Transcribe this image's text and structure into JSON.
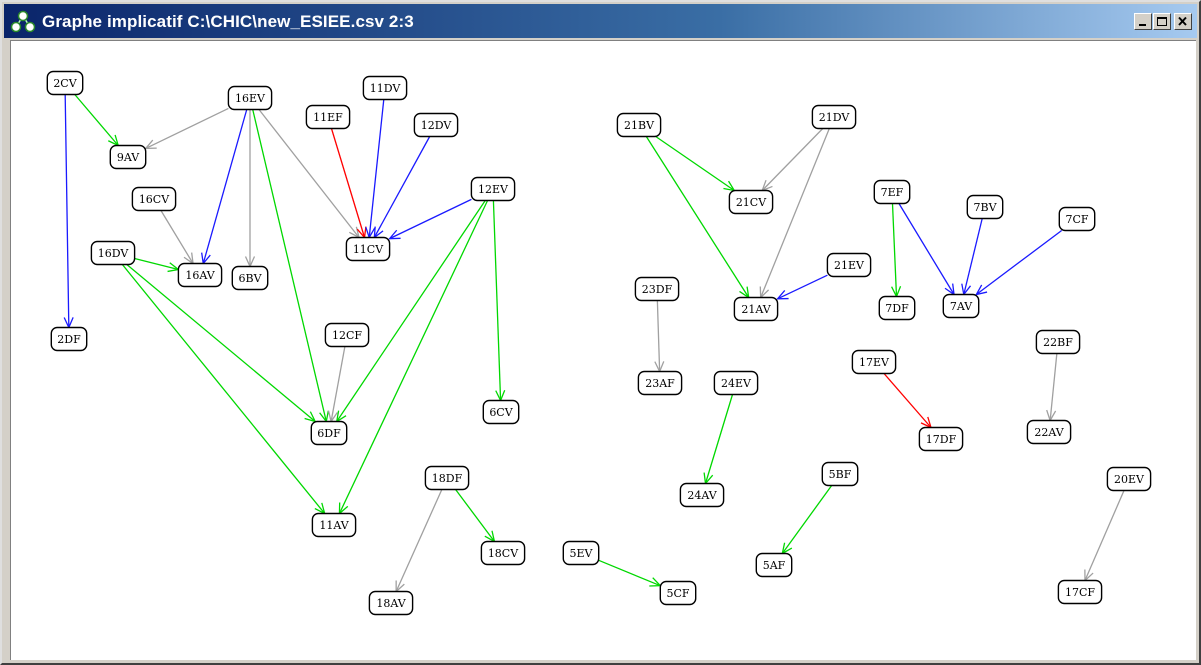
{
  "window": {
    "title": "Graphe implicatif C:\\CHIC\\new_ESIEE.csv 2:3",
    "icon": "graph-nodes-icon"
  },
  "colors": {
    "green": "#00d800",
    "gray": "#a0a0a0",
    "blue": "#1a1aff",
    "red": "#ff0000"
  },
  "graph": {
    "nodes": [
      {
        "id": "2CV",
        "label": "2CV"
      },
      {
        "id": "9AV",
        "label": "9AV"
      },
      {
        "id": "2DF",
        "label": "2DF"
      },
      {
        "id": "16EV",
        "label": "16EV"
      },
      {
        "id": "16CV",
        "label": "16CV"
      },
      {
        "id": "16AV",
        "label": "16AV"
      },
      {
        "id": "6BV",
        "label": "6BV"
      },
      {
        "id": "16DV",
        "label": "16DV"
      },
      {
        "id": "11EF",
        "label": "11EF"
      },
      {
        "id": "11DV",
        "label": "11DV"
      },
      {
        "id": "12DV",
        "label": "12DV"
      },
      {
        "id": "11CV",
        "label": "11CV"
      },
      {
        "id": "12EV",
        "label": "12EV"
      },
      {
        "id": "12CF",
        "label": "12CF"
      },
      {
        "id": "6DF",
        "label": "6DF"
      },
      {
        "id": "6CV",
        "label": "6CV"
      },
      {
        "id": "11AV",
        "label": "11AV"
      },
      {
        "id": "18DF",
        "label": "18DF"
      },
      {
        "id": "18CV",
        "label": "18CV"
      },
      {
        "id": "18AV",
        "label": "18AV"
      },
      {
        "id": "21BV",
        "label": "21BV"
      },
      {
        "id": "21DV",
        "label": "21DV"
      },
      {
        "id": "21CV",
        "label": "21CV"
      },
      {
        "id": "21AV",
        "label": "21AV"
      },
      {
        "id": "21EV",
        "label": "21EV"
      },
      {
        "id": "23DF",
        "label": "23DF"
      },
      {
        "id": "23AF",
        "label": "23AF"
      },
      {
        "id": "24EV",
        "label": "24EV"
      },
      {
        "id": "24AV",
        "label": "24AV"
      },
      {
        "id": "5EV",
        "label": "5EV"
      },
      {
        "id": "5CF",
        "label": "5CF"
      },
      {
        "id": "5BF",
        "label": "5BF"
      },
      {
        "id": "5AF",
        "label": "5AF"
      },
      {
        "id": "7EF",
        "label": "7EF"
      },
      {
        "id": "7DF",
        "label": "7DF"
      },
      {
        "id": "7BV",
        "label": "7BV"
      },
      {
        "id": "7AV",
        "label": "7AV"
      },
      {
        "id": "7CF",
        "label": "7CF"
      },
      {
        "id": "17EV",
        "label": "17EV"
      },
      {
        "id": "17DF",
        "label": "17DF"
      },
      {
        "id": "22BF",
        "label": "22BF"
      },
      {
        "id": "22AV",
        "label": "22AV"
      },
      {
        "id": "20EV",
        "label": "20EV"
      },
      {
        "id": "17CF",
        "label": "17CF"
      }
    ],
    "edges": [
      {
        "from": "2CV",
        "to": "9AV",
        "color": "green"
      },
      {
        "from": "2CV",
        "to": "2DF",
        "color": "blue"
      },
      {
        "from": "16EV",
        "to": "9AV",
        "color": "gray"
      },
      {
        "from": "16EV",
        "to": "16AV",
        "color": "blue"
      },
      {
        "from": "16EV",
        "to": "6BV",
        "color": "gray"
      },
      {
        "from": "16EV",
        "to": "11CV",
        "color": "gray"
      },
      {
        "from": "16EV",
        "to": "6DF",
        "color": "green"
      },
      {
        "from": "16CV",
        "to": "16AV",
        "color": "gray"
      },
      {
        "from": "16DV",
        "to": "16AV",
        "color": "green"
      },
      {
        "from": "16DV",
        "to": "6DF",
        "color": "green"
      },
      {
        "from": "16DV",
        "to": "11AV",
        "color": "green"
      },
      {
        "from": "11EF",
        "to": "11CV",
        "color": "red"
      },
      {
        "from": "11DV",
        "to": "11CV",
        "color": "blue"
      },
      {
        "from": "12DV",
        "to": "11CV",
        "color": "blue"
      },
      {
        "from": "12EV",
        "to": "11CV",
        "color": "blue"
      },
      {
        "from": "12EV",
        "to": "6DF",
        "color": "green"
      },
      {
        "from": "12EV",
        "to": "11AV",
        "color": "green"
      },
      {
        "from": "12EV",
        "to": "6CV",
        "color": "green"
      },
      {
        "from": "12CF",
        "to": "6DF",
        "color": "gray"
      },
      {
        "from": "18DF",
        "to": "18CV",
        "color": "green"
      },
      {
        "from": "18DF",
        "to": "18AV",
        "color": "gray"
      },
      {
        "from": "21BV",
        "to": "21CV",
        "color": "green"
      },
      {
        "from": "21BV",
        "to": "21AV",
        "color": "green"
      },
      {
        "from": "21DV",
        "to": "21CV",
        "color": "gray"
      },
      {
        "from": "21DV",
        "to": "21AV",
        "color": "gray"
      },
      {
        "from": "21EV",
        "to": "21AV",
        "color": "blue"
      },
      {
        "from": "23DF",
        "to": "23AF",
        "color": "gray"
      },
      {
        "from": "24EV",
        "to": "24AV",
        "color": "green"
      },
      {
        "from": "5EV",
        "to": "5CF",
        "color": "green"
      },
      {
        "from": "5BF",
        "to": "5AF",
        "color": "green"
      },
      {
        "from": "7EF",
        "to": "7DF",
        "color": "green"
      },
      {
        "from": "7EF",
        "to": "7AV",
        "color": "blue"
      },
      {
        "from": "7BV",
        "to": "7AV",
        "color": "blue"
      },
      {
        "from": "7CF",
        "to": "7AV",
        "color": "blue"
      },
      {
        "from": "17EV",
        "to": "17DF",
        "color": "red"
      },
      {
        "from": "22BF",
        "to": "22AV",
        "color": "gray"
      },
      {
        "from": "20EV",
        "to": "17CF",
        "color": "gray"
      }
    ]
  }
}
